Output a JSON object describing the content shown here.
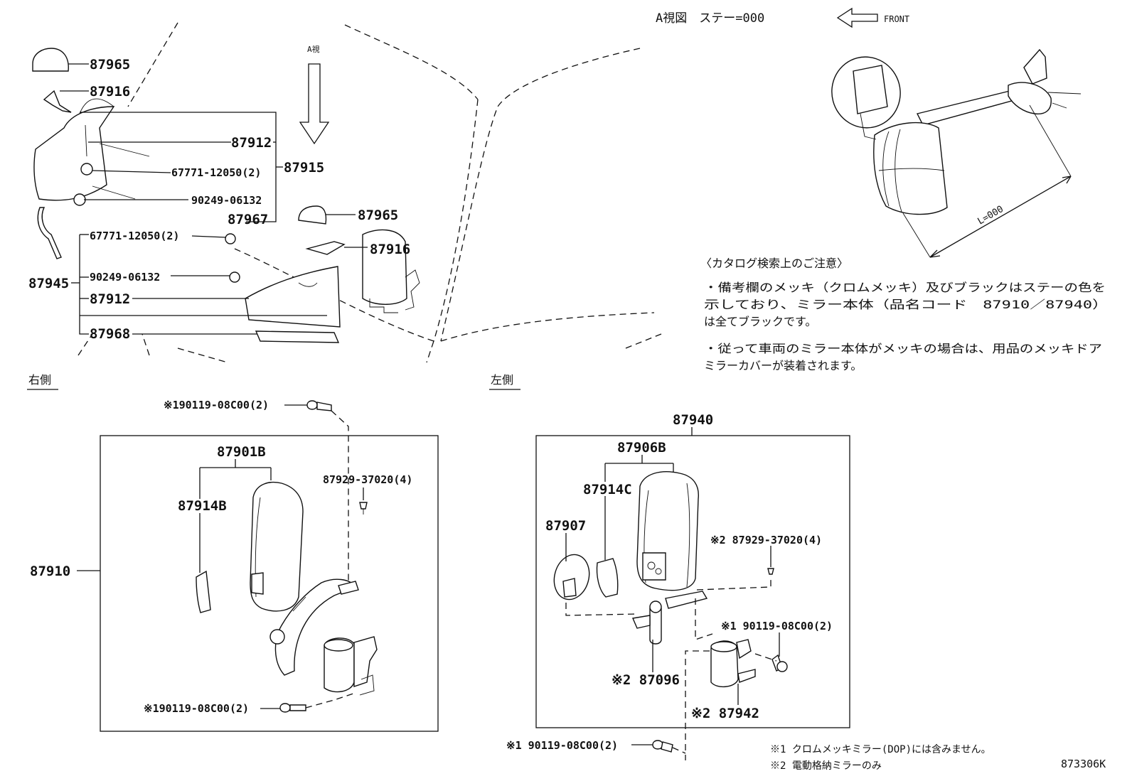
{
  "view": {
    "a_view_title": "A視図　ステー=000",
    "front_label": "FRONT",
    "a_arrow_label": "A視",
    "length_label": "L=000"
  },
  "notes": {
    "heading": "〈カタログ検索上のご注意〉",
    "lines": [
      "・備考欄のメッキ（クロムメッキ）及びブラックはステーの色を",
      "示しており、ミラー本体（品名コード　87910／87940）",
      "は全てブラックです。",
      "・従って車両のミラー本体がメッキの場合は、用品のメッキドア",
      "ミラーカバーが装着されます。"
    ]
  },
  "sections": {
    "right": "右側",
    "left": "左側"
  },
  "top_parts": {
    "p87965_a": "87965",
    "p87916_a": "87916",
    "p87912_a": "87912",
    "p67771_a": "67771-12050(2)",
    "p87915": "87915",
    "p90249_a": "90249-06132",
    "p87967": "87967",
    "p87965_b": "87965",
    "p87916_b": "87916",
    "p67771_b": "67771-12050(2)",
    "p87945": "87945",
    "p90249_b": "90249-06132",
    "p87912_b": "87912",
    "p87968": "87968"
  },
  "right_parts": {
    "bolt_top": "※190119-08C00(2)",
    "p87901B": "87901B",
    "p87914B": "87914B",
    "screw": "87929-37020(4)",
    "p87910": "87910",
    "bolt_bottom": "※190119-08C00(2)"
  },
  "left_parts": {
    "p87940": "87940",
    "p87906B": "87906B",
    "p87914C": "87914C",
    "p87907": "87907",
    "screw": "※2 87929-37020(4)",
    "bolt_mid": "※1 90119-08C00(2)",
    "p87096": "※2 87096",
    "p87942": "※2 87942",
    "bolt_bottom": "※1 90119-08C00(2)"
  },
  "footnotes": {
    "n1": "※1  クロムメッキミラー(DOP)には含みません。",
    "n2": "※2  電動格納ミラーのみ"
  },
  "diagram_code": "873306K"
}
